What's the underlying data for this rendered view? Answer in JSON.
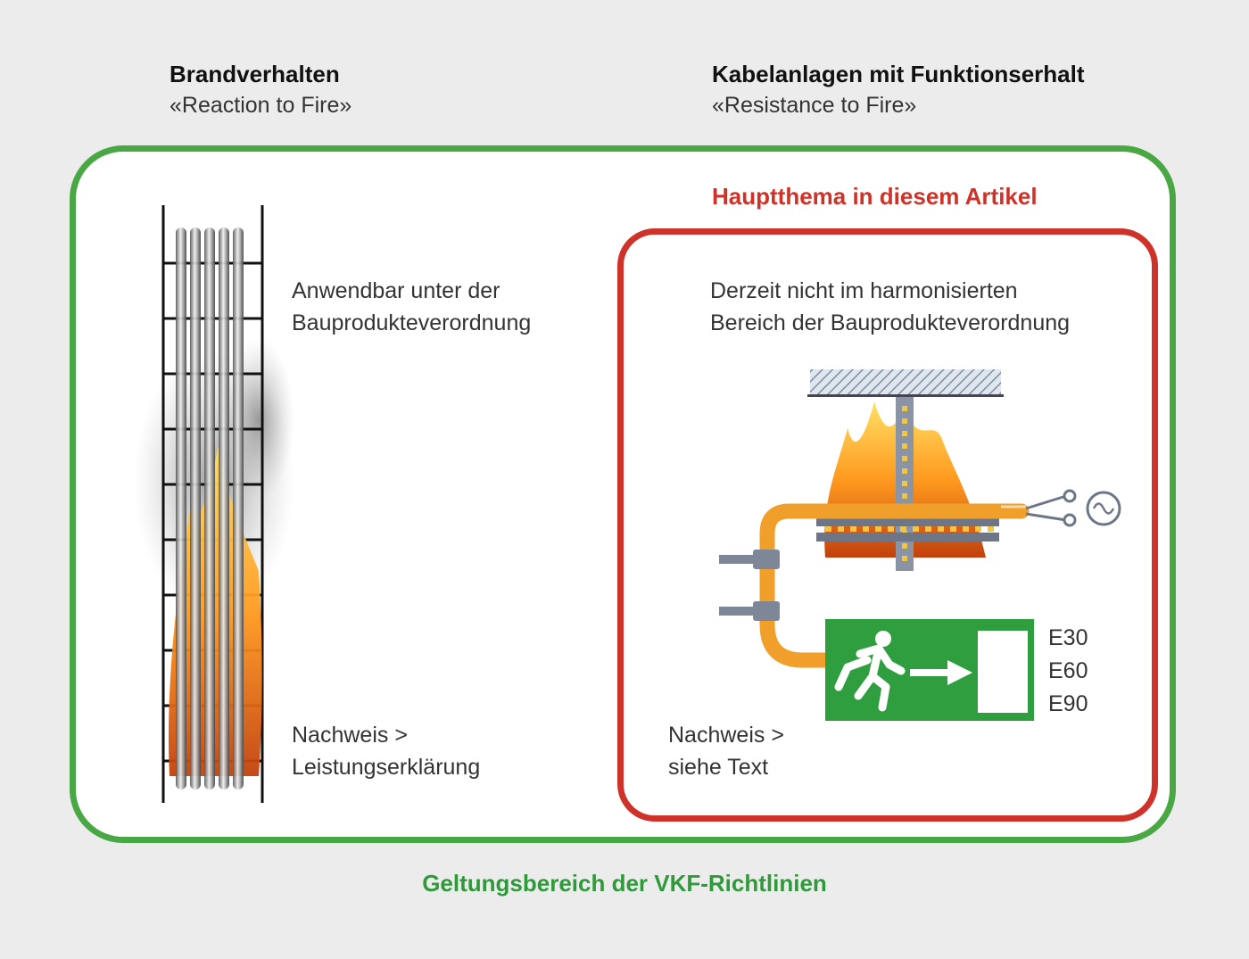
{
  "left_column": {
    "title": "Brandverhalten",
    "subtitle": "«Reaction to Fire»",
    "description_line1": "Anwendbar unter der",
    "description_line2": "Bauprodukteverordnung",
    "proof_line1": "Nachweis >",
    "proof_line2": "Leistungserklärung"
  },
  "right_column": {
    "title": "Kabelanlagen mit Funktionserhalt",
    "subtitle": "«Resistance to Fire»",
    "highlight": "Hauptthema in diesem Artikel",
    "description_line1": "Derzeit nicht im harmonisierten",
    "description_line2": "Bereich der Bauprodukteverordnung",
    "proof_line1": "Nachweis >",
    "proof_line2": "siehe Text",
    "levels": [
      "E30",
      "E60",
      "E90"
    ]
  },
  "footer": "Geltungsbereich der VKF-Richtlinien",
  "colors": {
    "green": "#4aa844",
    "red": "#cf3228",
    "exit_sign": "#2e9e3e",
    "cable": "#f0a02a"
  }
}
